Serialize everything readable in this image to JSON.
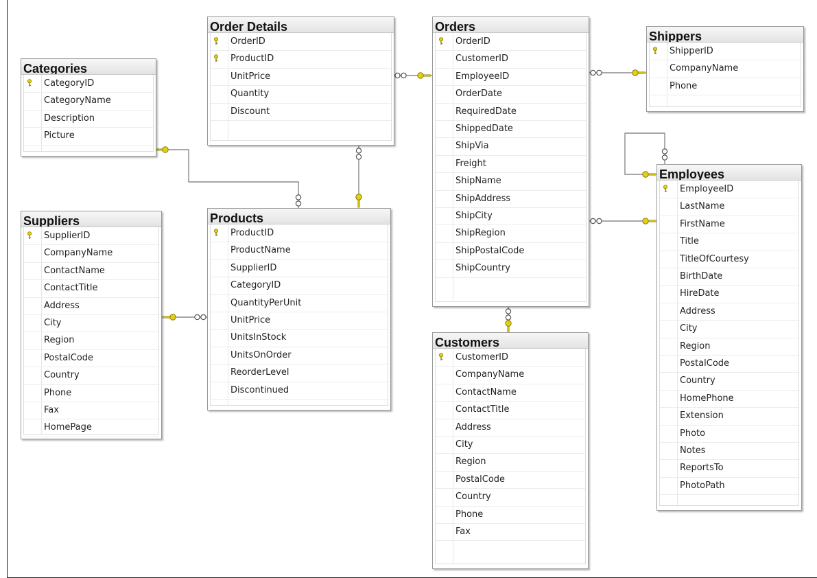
{
  "tables": {
    "order_details": {
      "title": "Order Details",
      "columns": [
        {
          "name": "OrderID",
          "pk": true
        },
        {
          "name": "ProductID",
          "pk": true
        },
        {
          "name": "UnitPrice",
          "pk": false
        },
        {
          "name": "Quantity",
          "pk": false
        },
        {
          "name": "Discount",
          "pk": false
        }
      ]
    },
    "orders": {
      "title": "Orders",
      "columns": [
        {
          "name": "OrderID",
          "pk": true
        },
        {
          "name": "CustomerID",
          "pk": false
        },
        {
          "name": "EmployeeID",
          "pk": false
        },
        {
          "name": "OrderDate",
          "pk": false
        },
        {
          "name": "RequiredDate",
          "pk": false
        },
        {
          "name": "ShippedDate",
          "pk": false
        },
        {
          "name": "ShipVia",
          "pk": false
        },
        {
          "name": "Freight",
          "pk": false
        },
        {
          "name": "ShipName",
          "pk": false
        },
        {
          "name": "ShipAddress",
          "pk": false
        },
        {
          "name": "ShipCity",
          "pk": false
        },
        {
          "name": "ShipRegion",
          "pk": false
        },
        {
          "name": "ShipPostalCode",
          "pk": false
        },
        {
          "name": "ShipCountry",
          "pk": false
        }
      ]
    },
    "shippers": {
      "title": "Shippers",
      "columns": [
        {
          "name": "ShipperID",
          "pk": true
        },
        {
          "name": "CompanyName",
          "pk": false
        },
        {
          "name": "Phone",
          "pk": false
        }
      ]
    },
    "categories": {
      "title": "Categories",
      "columns": [
        {
          "name": "CategoryID",
          "pk": true
        },
        {
          "name": "CategoryName",
          "pk": false
        },
        {
          "name": "Description",
          "pk": false
        },
        {
          "name": "Picture",
          "pk": false
        }
      ]
    },
    "employees": {
      "title": "Employees",
      "columns": [
        {
          "name": "EmployeeID",
          "pk": true
        },
        {
          "name": "LastName",
          "pk": false
        },
        {
          "name": "FirstName",
          "pk": false
        },
        {
          "name": "Title",
          "pk": false
        },
        {
          "name": "TitleOfCourtesy",
          "pk": false
        },
        {
          "name": "BirthDate",
          "pk": false
        },
        {
          "name": "HireDate",
          "pk": false
        },
        {
          "name": "Address",
          "pk": false
        },
        {
          "name": "City",
          "pk": false
        },
        {
          "name": "Region",
          "pk": false
        },
        {
          "name": "PostalCode",
          "pk": false
        },
        {
          "name": "Country",
          "pk": false
        },
        {
          "name": "HomePhone",
          "pk": false
        },
        {
          "name": "Extension",
          "pk": false
        },
        {
          "name": "Photo",
          "pk": false
        },
        {
          "name": "Notes",
          "pk": false
        },
        {
          "name": "ReportsTo",
          "pk": false
        },
        {
          "name": "PhotoPath",
          "pk": false
        }
      ]
    },
    "suppliers": {
      "title": "Suppliers",
      "columns": [
        {
          "name": "SupplierID",
          "pk": true
        },
        {
          "name": "CompanyName",
          "pk": false
        },
        {
          "name": "ContactName",
          "pk": false
        },
        {
          "name": "ContactTitle",
          "pk": false
        },
        {
          "name": "Address",
          "pk": false
        },
        {
          "name": "City",
          "pk": false
        },
        {
          "name": "Region",
          "pk": false
        },
        {
          "name": "PostalCode",
          "pk": false
        },
        {
          "name": "Country",
          "pk": false
        },
        {
          "name": "Phone",
          "pk": false
        },
        {
          "name": "Fax",
          "pk": false
        },
        {
          "name": "HomePage",
          "pk": false
        }
      ]
    },
    "products": {
      "title": "Products",
      "columns": [
        {
          "name": "ProductID",
          "pk": true
        },
        {
          "name": "ProductName",
          "pk": false
        },
        {
          "name": "SupplierID",
          "pk": false
        },
        {
          "name": "CategoryID",
          "pk": false
        },
        {
          "name": "QuantityPerUnit",
          "pk": false
        },
        {
          "name": "UnitPrice",
          "pk": false
        },
        {
          "name": "UnitsInStock",
          "pk": false
        },
        {
          "name": "UnitsOnOrder",
          "pk": false
        },
        {
          "name": "ReorderLevel",
          "pk": false
        },
        {
          "name": "Discontinued",
          "pk": false
        }
      ]
    },
    "customers": {
      "title": "Customers",
      "columns": [
        {
          "name": "CustomerID",
          "pk": true
        },
        {
          "name": "CompanyName",
          "pk": false
        },
        {
          "name": "ContactName",
          "pk": false
        },
        {
          "name": "ContactTitle",
          "pk": false
        },
        {
          "name": "Address",
          "pk": false
        },
        {
          "name": "City",
          "pk": false
        },
        {
          "name": "Region",
          "pk": false
        },
        {
          "name": "PostalCode",
          "pk": false
        },
        {
          "name": "Country",
          "pk": false
        },
        {
          "name": "Phone",
          "pk": false
        },
        {
          "name": "Fax",
          "pk": false
        }
      ]
    }
  },
  "relationships": [
    {
      "from": "order_details",
      "to": "orders",
      "one": "orders",
      "many": "order_details"
    },
    {
      "from": "orders",
      "to": "shippers",
      "one": "shippers",
      "many": "orders"
    },
    {
      "from": "orders",
      "to": "employees",
      "one": "employees",
      "many": "orders"
    },
    {
      "from": "orders",
      "to": "customers",
      "one": "customers",
      "many": "orders"
    },
    {
      "from": "order_details",
      "to": "products",
      "one": "products",
      "many": "order_details"
    },
    {
      "from": "categories",
      "to": "products",
      "one": "categories",
      "many": "products"
    },
    {
      "from": "suppliers",
      "to": "products",
      "one": "suppliers",
      "many": "products"
    },
    {
      "from": "employees",
      "to": "employees",
      "one": "employees",
      "many": "employees"
    }
  ],
  "colors": {
    "key": "#e2cf16",
    "key_outline": "#8a7d00",
    "line": "#8a8a8a",
    "border": "#9a9a9a"
  }
}
